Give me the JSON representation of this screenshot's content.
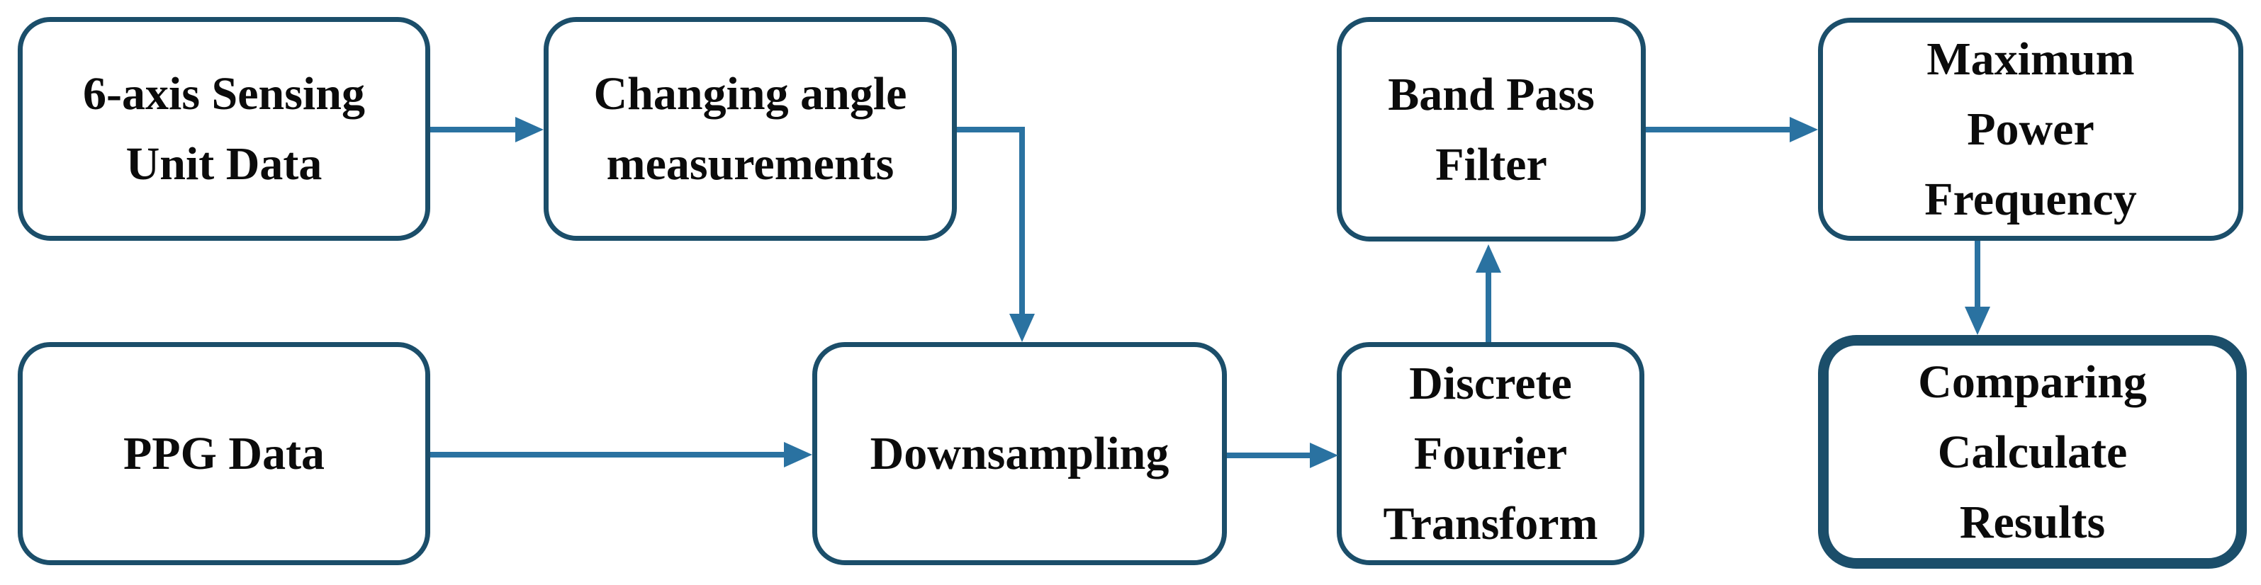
{
  "diagram": {
    "type": "flowchart",
    "nodes": {
      "six_axis": {
        "label": "6-axis Sensing\nUnit Data"
      },
      "changing_angle": {
        "label": "Changing angle\nmeasurements"
      },
      "ppg": {
        "label": "PPG Data"
      },
      "downsampling": {
        "label": "Downsampling"
      },
      "dft": {
        "label": "Discrete\nFourier\nTransform"
      },
      "bpf": {
        "label": "Band Pass\nFilter"
      },
      "mpf": {
        "label": "Maximum\nPower\nFrequency"
      },
      "ccr": {
        "label": "Comparing\nCalculate\nResults"
      }
    },
    "edges": [
      {
        "from": "6-axis Sensing Unit Data",
        "to": "Changing angle measurements"
      },
      {
        "from": "Changing angle measurements",
        "to": "Downsampling"
      },
      {
        "from": "PPG Data",
        "to": "Downsampling"
      },
      {
        "from": "Downsampling",
        "to": "Discrete Fourier Transform"
      },
      {
        "from": "Discrete Fourier Transform",
        "to": "Band Pass Filter"
      },
      {
        "from": "Band Pass Filter",
        "to": "Maximum Power Frequency"
      },
      {
        "from": "Maximum Power Frequency",
        "to": "Comparing Calculate Results"
      }
    ],
    "colors": {
      "box_border": "#1b4e6a",
      "arrow": "#2a72a1",
      "box_fill": "#ffffff",
      "text": "#0b0b0b"
    }
  }
}
